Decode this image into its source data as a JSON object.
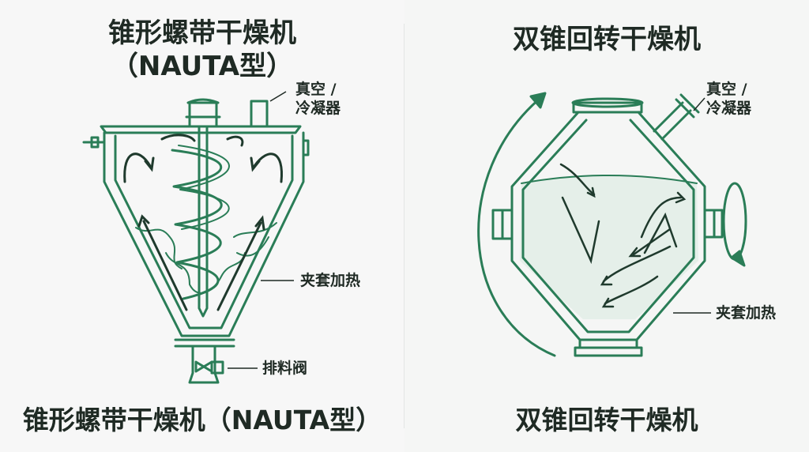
{
  "colors": {
    "line": "#2a7d57",
    "arrow": "#1f3a2d",
    "text": "#1f2a24",
    "liquid": "#e5efe9"
  },
  "left": {
    "title_line1": "锥形螺带干燥机",
    "title_line2": "（NAUTA型）",
    "caption": "锥形螺带干燥机（NAUTA型）",
    "labels": {
      "vacuum": "真空 /",
      "condenser": "冷凝器",
      "jacket": "夹套加热",
      "discharge": "排料阀"
    }
  },
  "right": {
    "title": "双锥回转干燥机",
    "caption": "双锥回转干燥机",
    "labels": {
      "vacuum": "真空 /",
      "condenser": "冷凝器",
      "jacket": "夹套加热"
    }
  }
}
